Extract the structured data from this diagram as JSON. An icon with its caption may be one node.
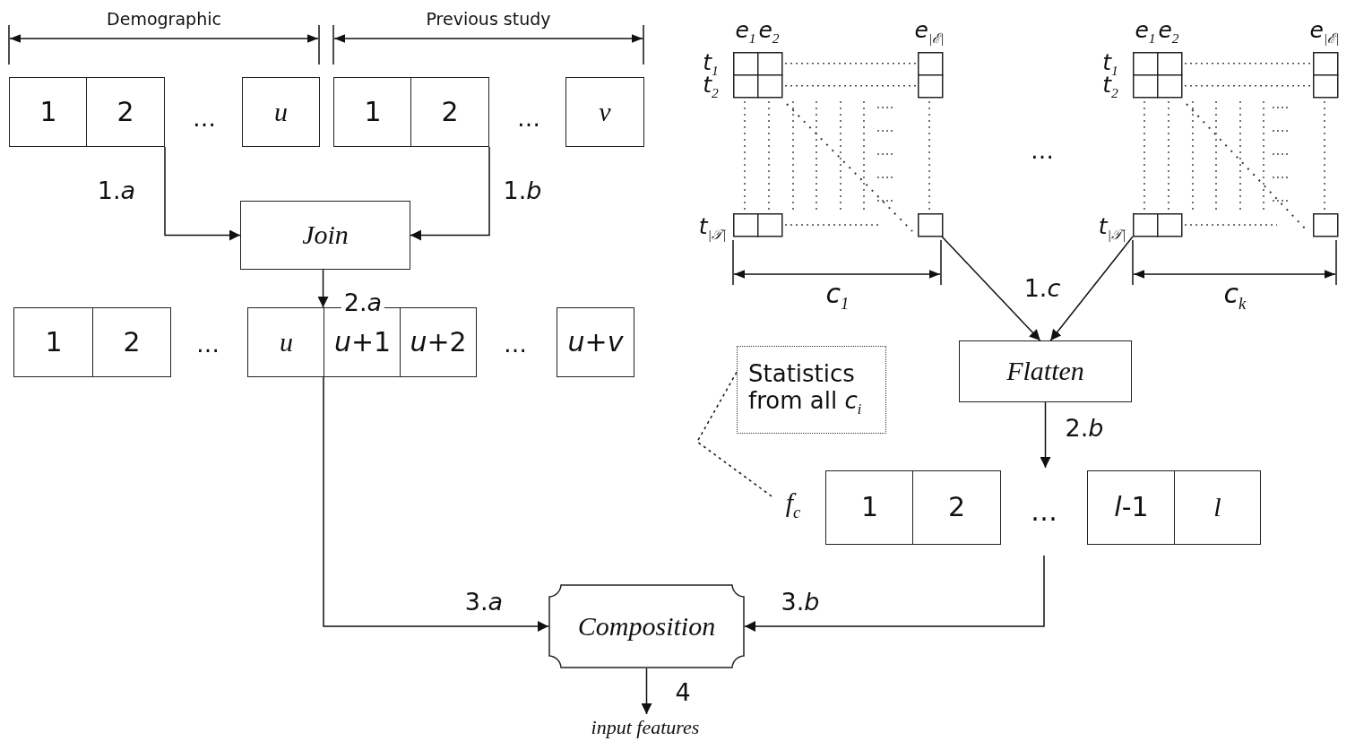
{
  "diagram": {
    "nodes": [
      {
        "text": [
          "1"
        ]
      },
      {
        "text": [
          "2"
        ]
      },
      {
        "text": [
          "u"
        ]
      },
      {
        "text": [
          "1"
        ]
      },
      {
        "text": [
          "2"
        ]
      },
      {
        "text": [
          "v"
        ]
      },
      {
        "text": [],
        "shape": "grid",
        "beside": [
          "*e*$_{1}$",
          "*e*$_{2}$",
          "*e*$_{|ℰ|}$",
          "*t*$_{1}$",
          "*t*$_{2}$",
          "*t*$_{|𝒯|}$",
          "*c*$_{1}$"
        ]
      },
      {
        "text": [],
        "shape": "grid",
        "beside": [
          "*e*$_{1}$",
          "*e*$_{2}$",
          "*e*$_{|ℰ|}$",
          "*t*$_{1}$",
          "*t*$_{2}$",
          "*t*$_{|𝒯|}$",
          "*c*$_{k}$"
        ]
      },
      {
        "text": [
          "Join"
        ]
      },
      {
        "text": [
          "1"
        ]
      },
      {
        "text": [
          "2"
        ]
      },
      {
        "text": [
          "u"
        ]
      },
      {
        "text": [
          "*u*+1"
        ]
      },
      {
        "text": [
          "*u*+2"
        ]
      },
      {
        "text": [
          "*u*+*v*"
        ]
      },
      {
        "text": [
          "Flatten"
        ]
      },
      {
        "text": [
          "Statistics from all *c*$_{i}$"
        ]
      },
      {
        "text": [
          "*f*$_{c}$"
        ]
      },
      {
        "text": [
          "1"
        ]
      },
      {
        "text": [
          "2"
        ]
      },
      {
        "text": [
          "…"
        ]
      },
      {
        "text": [
          "*l*-1"
        ]
      },
      {
        "text": [
          "l"
        ]
      },
      {
        "text": [
          "Composition"
        ]
      },
      {
        "text": [
          "input features"
        ]
      }
    ],
    "edges": [
      {
        "from": 1,
        "to": 8,
        "arrow": "to",
        "label": "1.*a*"
      },
      {
        "from": 4,
        "to": 8,
        "arrow": "to",
        "label": "1.*b*"
      },
      {
        "from": 8,
        "to": 12,
        "arrow": "to",
        "label": "2.*a*"
      },
      {
        "from": 6,
        "to": 15,
        "arrow": "to",
        "label": "1.*c*"
      },
      {
        "from": 7,
        "to": 15,
        "arrow": "to"
      },
      {
        "from": 15,
        "to": 20,
        "arrow": "to",
        "label": "2.*b*"
      },
      {
        "from": 16,
        "to": 17,
        "arrow": "none",
        "style": "dashed"
      },
      {
        "from": 12,
        "to": 23,
        "arrow": "to",
        "label": "3.*a*"
      },
      {
        "from": 20,
        "to": 23,
        "arrow": "to",
        "label": "3.*b*"
      },
      {
        "from": 23,
        "to": 24,
        "arrow": "to",
        "label": "4"
      }
    ],
    "labels": [
      "Demographic",
      "Previous study",
      "…",
      "…",
      "…",
      "…",
      "…"
    ]
  }
}
